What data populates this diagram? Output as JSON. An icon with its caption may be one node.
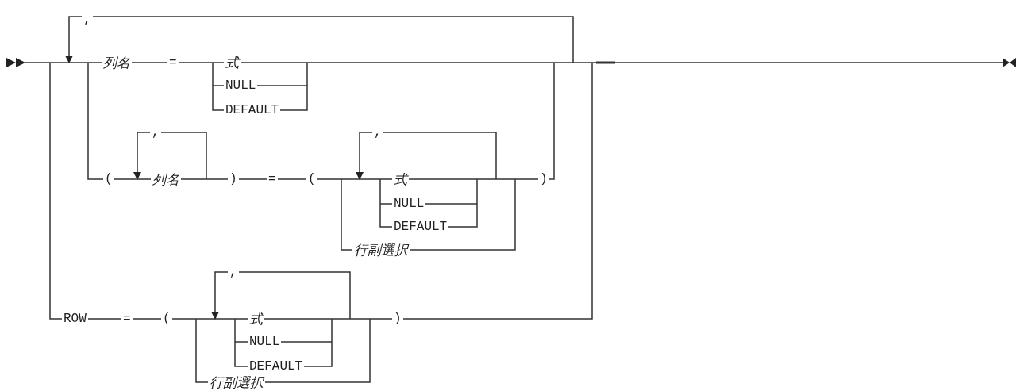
{
  "diagram": {
    "labels": [
      ",",
      "列名",
      "=",
      "式",
      "NULL",
      "DEFAULT",
      ",",
      ",",
      "(",
      "列名",
      ")",
      "=",
      "(",
      "式",
      "NULL",
      "DEFAULT",
      ")",
      "行副選択",
      ",",
      "ROW",
      "=",
      "(",
      "式",
      "NULL",
      "DEFAULT",
      ")",
      "行副選択"
    ]
  }
}
